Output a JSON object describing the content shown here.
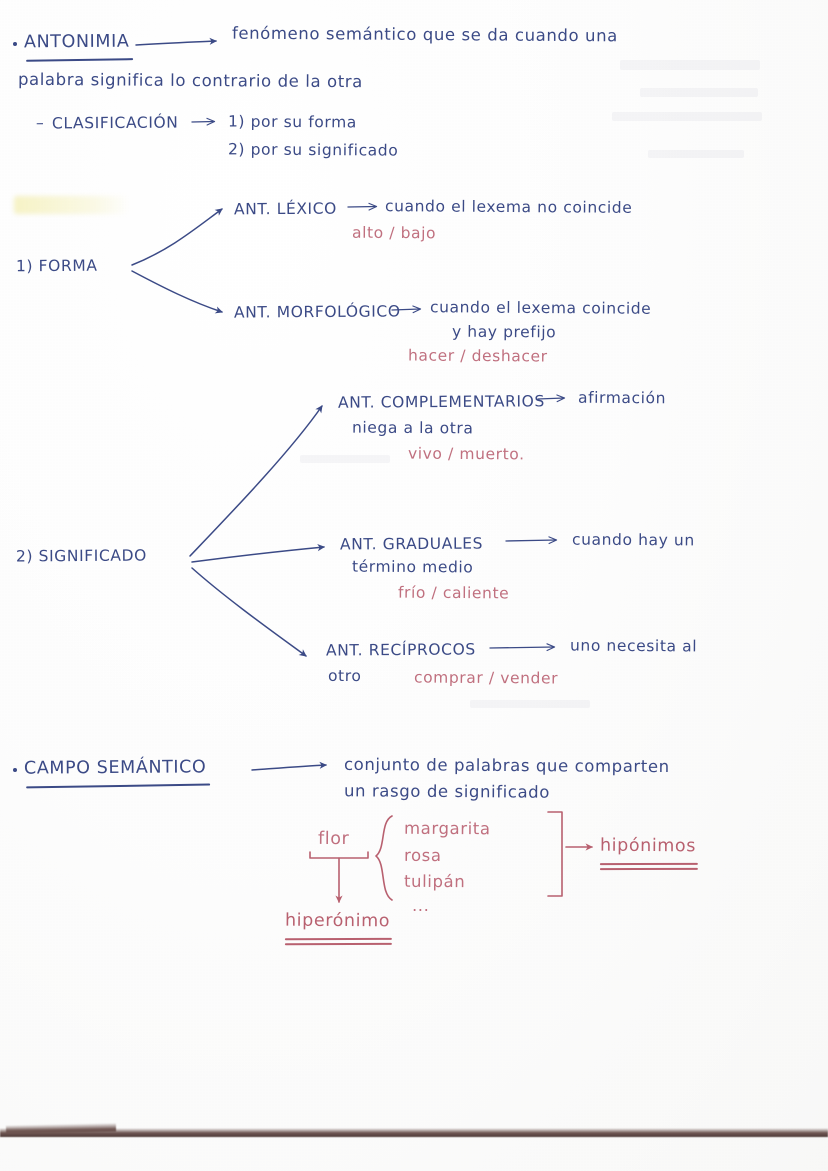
{
  "document": {
    "kind": "handwritten-study-notes",
    "language": "es",
    "ink_colors": {
      "blue": "#3b4a86",
      "red": "#c0707f",
      "paper": "#fdfdfd",
      "edge": "#6e5551"
    }
  },
  "sections": [
    {
      "id": "antonimia",
      "bullet": "•",
      "heading": "ANTONIMIA",
      "definition_line1": "fenómeno semántico que se da cuando una",
      "definition_line2": "palabra significa lo contrario de la otra",
      "sub": {
        "dash": "–",
        "label": "CLASIFICACIÓN",
        "items": [
          "1) por su forma",
          "2) por su significado"
        ]
      }
    }
  ],
  "branch_forma": {
    "label": "1) FORMA",
    "children": [
      {
        "name": "ANT. LÉXICO",
        "desc_lines": [
          "cuando el lexema no coincide"
        ],
        "example": "alto / bajo"
      },
      {
        "name": "ANT. MORFOLÓGICO",
        "desc_lines": [
          "cuando el lexema coincide",
          "y hay prefijo"
        ],
        "example": "hacer / deshacer"
      }
    ]
  },
  "branch_significado": {
    "label": "2) SIGNIFICADO",
    "children": [
      {
        "name": "ANT. COMPLEMENTARIOS",
        "desc_lines": [
          "afirmación",
          "niega a la otra"
        ],
        "example": "vivo / muerto."
      },
      {
        "name": "ANT. GRADUALES",
        "desc_lines": [
          "cuando hay un",
          "término medio"
        ],
        "example": "frío / caliente"
      },
      {
        "name": "ANT. RECÍPROCOS",
        "desc_lines": [
          "uno necesita al",
          "otro"
        ],
        "example": "comprar / vender"
      }
    ]
  },
  "campo_semantico": {
    "bullet": "•",
    "heading": "CAMPO SEMÁNTICO",
    "definition_line1": "conjunto de palabras que comparten",
    "definition_line2": "un rasgo de significado",
    "diagram": {
      "head_word": "flor",
      "head_label": "hiperónimo",
      "members": [
        "margarita",
        "rosa",
        "tulipán",
        "..."
      ],
      "members_label": "hipónimos"
    }
  }
}
